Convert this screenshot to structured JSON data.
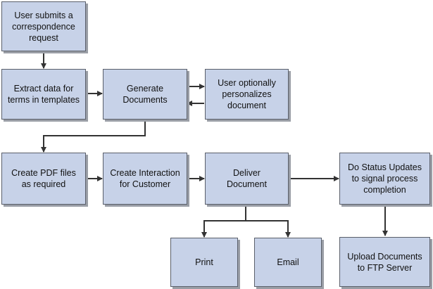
{
  "nodes": {
    "submit": [
      "User submits a",
      "correspondence",
      "request"
    ],
    "extract": [
      "Extract data for",
      "terms in templates"
    ],
    "generate": [
      "Generate",
      "Documents"
    ],
    "personalize": [
      "User optionally",
      "personalizes",
      "document"
    ],
    "pdf": [
      "Create PDF files",
      "as required"
    ],
    "interaction": [
      "Create Interaction",
      "for Customer"
    ],
    "deliver": [
      "Deliver",
      "Document"
    ],
    "status": [
      "Do Status Updates",
      "to signal process",
      "completion"
    ],
    "print": [
      "Print"
    ],
    "email": [
      "Email"
    ],
    "upload": [
      "Upload Documents",
      "to FTP Server"
    ]
  },
  "colors": {
    "box_fill": "#c7d2e8",
    "box_border": "#5a5f6a",
    "shadow": "#9a9ea6",
    "arrow": "#333333"
  }
}
